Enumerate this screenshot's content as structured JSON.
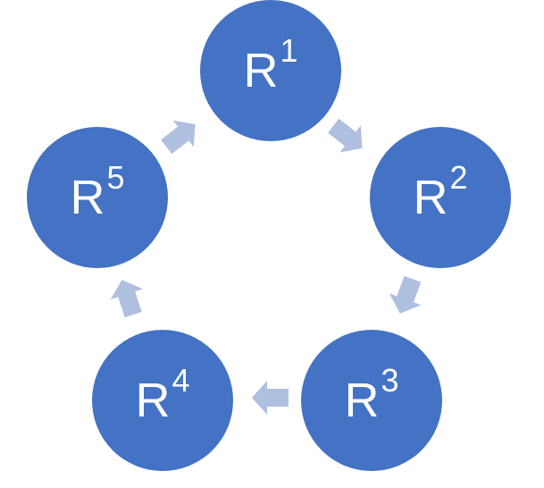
{
  "diagram": {
    "type": "cycle",
    "node_color": "#4472C4",
    "arrow_color": "#AFBFE0",
    "background_color": "#FFFFFF",
    "nodes": [
      {
        "id": "R1",
        "symbol": "R",
        "superscript": "1"
      },
      {
        "id": "R2",
        "symbol": "R",
        "superscript": "2"
      },
      {
        "id": "R3",
        "symbol": "R",
        "superscript": "3"
      },
      {
        "id": "R4",
        "symbol": "R",
        "superscript": "4"
      },
      {
        "id": "R5",
        "symbol": "R",
        "superscript": "5"
      }
    ],
    "edges": [
      {
        "from": "R1",
        "to": "R2"
      },
      {
        "from": "R2",
        "to": "R3"
      },
      {
        "from": "R3",
        "to": "R4"
      },
      {
        "from": "R4",
        "to": "R5"
      },
      {
        "from": "R5",
        "to": "R1"
      }
    ]
  }
}
